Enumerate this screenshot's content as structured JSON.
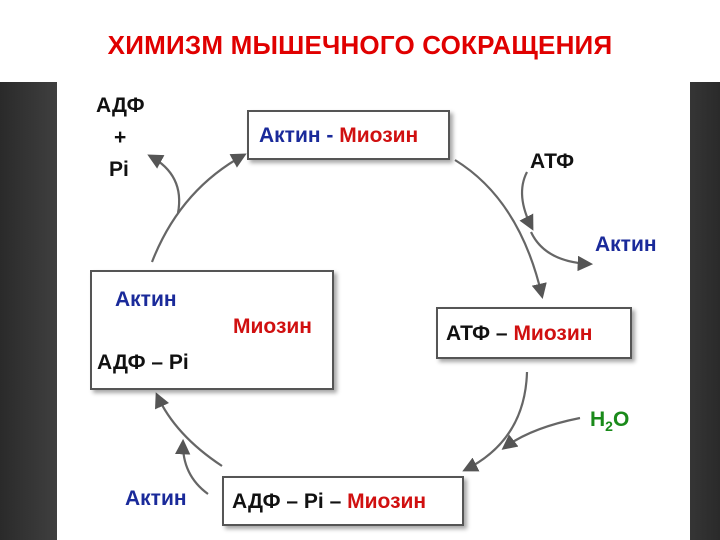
{
  "title": "ХИМИЗМ МЫШЕЧНОГО СОКРАЩЕНИЯ",
  "top_box": {
    "actin": "Актин",
    "dash": " - ",
    "myosin": "Миозин"
  },
  "right_box": {
    "atp": "АТФ",
    "dash": " – ",
    "myosin": "Миозин"
  },
  "bottom_box": {
    "adp_pi": "АДФ – Pi",
    "dash": " – ",
    "myosin": "Миозин"
  },
  "left_box": {
    "actin": "Актин",
    "myosin": "Миозин",
    "adp_pi": "АДФ – Pi"
  },
  "labels": {
    "adf": "АДФ",
    "plus": "+",
    "pi": "Pi",
    "atp": "АТФ",
    "actin_right": "Актин",
    "h2o_h": "H",
    "h2o_sub": "2",
    "h2o_o": "O",
    "actin_bottom": "Актин"
  },
  "colors": {
    "title": "#e00000",
    "blue": "#1a2a9a",
    "red": "#d01010",
    "green": "#1a8a1a"
  }
}
